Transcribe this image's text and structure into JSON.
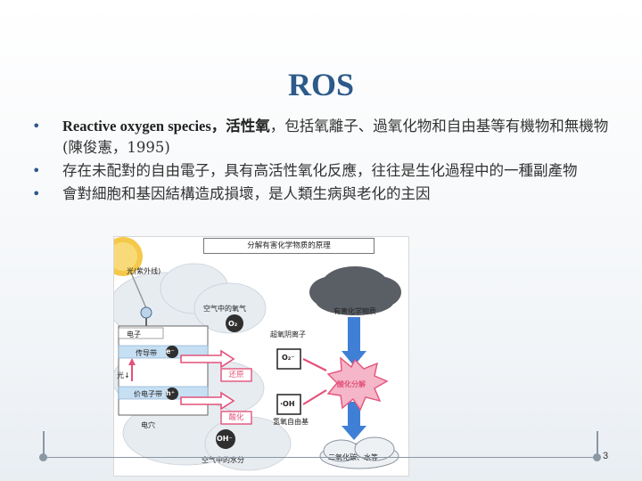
{
  "slide": {
    "title": "ROS",
    "bullets": [
      {
        "latin": "Reactive oxygen species，",
        "bold": "活性氧",
        "rest": "，包括氧離子、過氧化物和自由基等有機物和無機物(陳俊憲，1995)"
      },
      {
        "text": "存在未配對的自由電子，具有高活性氧化反應，往往是生化過程中的一種副產物"
      },
      {
        "text": "會對細胞和基因結構造成損壞，是人類生病與老化的主因"
      }
    ],
    "page_number": "3"
  },
  "figure": {
    "title": "分解有害化学物质的原理",
    "sun_label": "光(紫外线)",
    "o2_air_label": "空气中的氧气",
    "o2_symbol": "O₂",
    "superoxide_label": "超氧阴离子",
    "superoxide_symbol": "O₂⁻",
    "electron_label": "电子",
    "conduction_label": "传导带",
    "valence_label": "价电子带",
    "light_label": "光↓",
    "hole_label": "电穴",
    "electron_symbol": "e⁻",
    "hole_symbol": "h⁺",
    "reduce_label": "还原",
    "oxidize_label": "酸化",
    "hydroxyl_symbol": "·OH",
    "hydroxyl_label": "氢氧自由基",
    "oh_minus_symbol": "OH⁻",
    "water_label": "空气中的水分",
    "harmful_label": "有害化学物质",
    "decompose_label": "酸化分解",
    "result_label": "二氧化碳、水等",
    "colors": {
      "reduce": "#e4527a",
      "oxidize": "#e4527a",
      "cloud": "#dde3ea",
      "burst": "#f4b6c8",
      "down_arrow": "#3f7fd6"
    }
  }
}
